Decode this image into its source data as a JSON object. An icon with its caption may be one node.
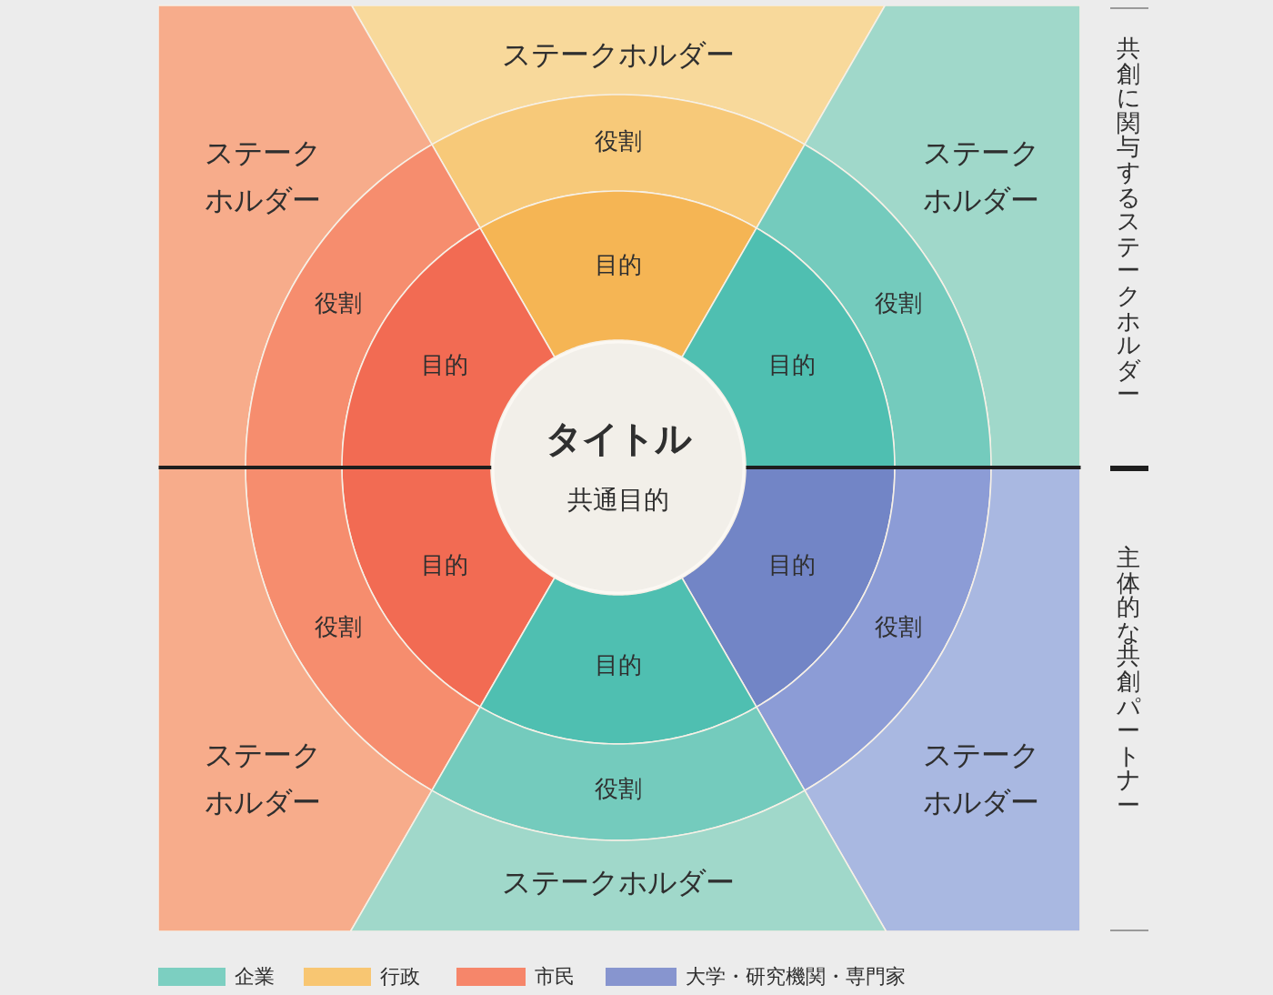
{
  "diagram": {
    "nodes": [
      {
        "text": [
          "ステークホルダー"
        ]
      },
      {
        "text": [
          "ステークホルダー"
        ]
      },
      {
        "text": [
          "ステークホルダー"
        ]
      },
      {
        "text": [
          "役割"
        ]
      },
      {
        "text": [
          "目的"
        ]
      },
      {
        "text": [
          "役割"
        ]
      },
      {
        "text": [
          "役割"
        ]
      },
      {
        "text": [
          "目的"
        ]
      },
      {
        "text": [
          "目的"
        ]
      },
      {
        "text": [
          "タイトル",
          "共通目的"
        ]
      },
      {
        "text": [
          "目的"
        ]
      },
      {
        "text": [
          "目的"
        ]
      },
      {
        "text": [
          "役割"
        ]
      },
      {
        "text": [
          "役割"
        ]
      },
      {
        "text": [
          "目的"
        ]
      },
      {
        "text": [
          "ステークホルダー"
        ]
      },
      {
        "text": [
          "ステークホルダー"
        ]
      },
      {
        "text": [
          "役割"
        ]
      },
      {
        "text": [
          "ステークホルダー"
        ]
      }
    ],
    "labels": [
      "共創に関与するステークホルダー",
      "主体的な共創パートナー"
    ],
    "legend": [
      {
        "text": "企業",
        "color": "#7ccfc1"
      },
      {
        "text": "行政",
        "color": "#f8c672"
      },
      {
        "text": "市民",
        "color": "#f6866a"
      },
      {
        "text": "大学・研究機関・専門家",
        "color": "#8795cf"
      }
    ]
  }
}
